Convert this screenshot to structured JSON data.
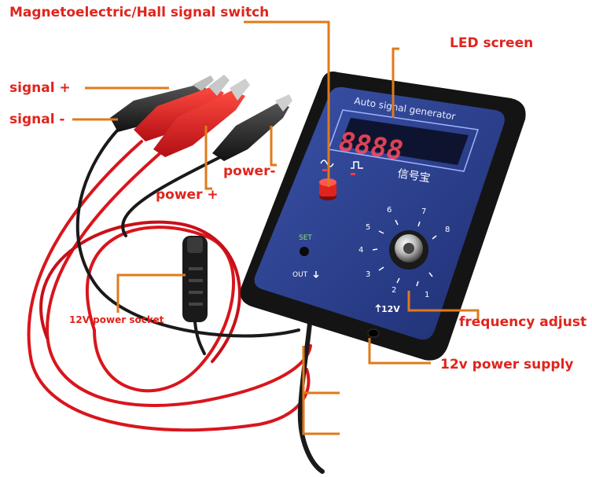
{
  "callouts": {
    "hall_switch": "Magnetoelectric/Hall signal switch",
    "led_screen": "LED screen",
    "signal_plus": "signal +",
    "signal_minus": "signal -",
    "power_minus": "power-",
    "power_plus": "power +",
    "power_socket": "12V power socket",
    "frequency_adjust": "frequency adjust",
    "power_supply": "12v power supply"
  },
  "device": {
    "title": "Auto signal generator",
    "display": "8888",
    "chinese_name": "信号宝",
    "set_label": "SET",
    "out_label": "OUT",
    "voltage_label": "12V",
    "dial_numbers": [
      "1",
      "2",
      "3",
      "4",
      "5",
      "6",
      "7",
      "8"
    ]
  },
  "colors": {
    "callout_text": "#e0241d",
    "leader_line": "#e07a1a",
    "device_body": "#2a3f8f",
    "wire_red": "#d8161c",
    "wire_black": "#1a1a1a"
  }
}
